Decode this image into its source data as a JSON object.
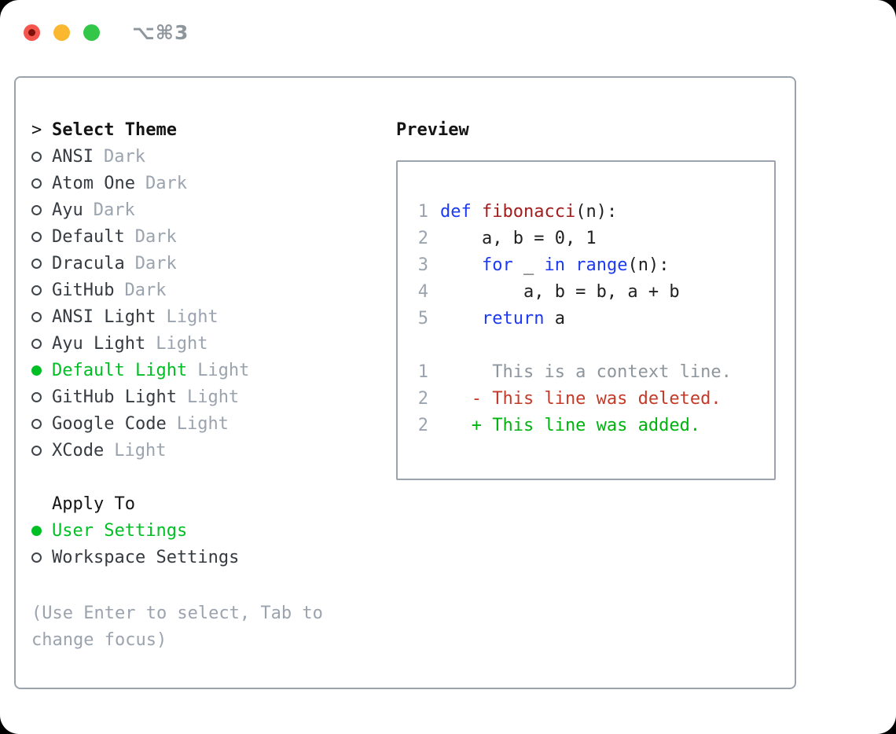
{
  "titlebar": {
    "shortcut": "⌥⌘3"
  },
  "theme_menu": {
    "prompt": ">",
    "title": "Select Theme",
    "items": [
      {
        "name": "ANSI",
        "variant": "Dark",
        "selected": false
      },
      {
        "name": "Atom One",
        "variant": "Dark",
        "selected": false
      },
      {
        "name": "Ayu",
        "variant": "Dark",
        "selected": false
      },
      {
        "name": "Default",
        "variant": "Dark",
        "selected": false
      },
      {
        "name": "Dracula",
        "variant": "Dark",
        "selected": false
      },
      {
        "name": "GitHub",
        "variant": "Dark",
        "selected": false
      },
      {
        "name": "ANSI Light",
        "variant": "Light",
        "selected": false
      },
      {
        "name": "Ayu Light",
        "variant": "Light",
        "selected": false
      },
      {
        "name": "Default Light",
        "variant": "Light",
        "selected": true
      },
      {
        "name": "GitHub Light",
        "variant": "Light",
        "selected": false
      },
      {
        "name": "Google Code",
        "variant": "Light",
        "selected": false
      },
      {
        "name": "XCode",
        "variant": "Light",
        "selected": false
      }
    ]
  },
  "apply_to": {
    "title": "Apply To",
    "options": [
      {
        "label": "User Settings",
        "selected": true
      },
      {
        "label": "Workspace Settings",
        "selected": false
      }
    ]
  },
  "help_text": "(Use Enter to select, Tab to change focus)",
  "preview": {
    "title": "Preview",
    "lines": [
      {
        "num": "1",
        "segments": [
          {
            "text": "def",
            "style": "kw"
          },
          {
            "text": " ",
            "style": "code"
          },
          {
            "text": "fibonacci",
            "style": "fn"
          },
          {
            "text": "(n):",
            "style": "code"
          }
        ]
      },
      {
        "num": "2",
        "segments": [
          {
            "text": "    a, b = 0, 1",
            "style": "code"
          }
        ]
      },
      {
        "num": "3",
        "segments": [
          {
            "text": "    ",
            "style": "code"
          },
          {
            "text": "for",
            "style": "kw"
          },
          {
            "text": " _ ",
            "style": "code"
          },
          {
            "text": "in",
            "style": "kw"
          },
          {
            "text": " ",
            "style": "code"
          },
          {
            "text": "range",
            "style": "kw"
          },
          {
            "text": "(n):",
            "style": "code"
          }
        ]
      },
      {
        "num": "4",
        "segments": [
          {
            "text": "        a, b = b, a + b",
            "style": "code"
          }
        ]
      },
      {
        "num": "5",
        "segments": [
          {
            "text": "    ",
            "style": "code"
          },
          {
            "text": "return",
            "style": "kw"
          },
          {
            "text": " a",
            "style": "code"
          }
        ]
      },
      {
        "num": "",
        "segments": []
      },
      {
        "num": "1",
        "segments": [
          {
            "text": "     This is a context line.",
            "style": "ctx"
          }
        ]
      },
      {
        "num": "2",
        "segments": [
          {
            "text": "   - This line was deleted.",
            "style": "del"
          }
        ]
      },
      {
        "num": "2",
        "segments": [
          {
            "text": "   + This line was added.",
            "style": "add"
          }
        ]
      }
    ]
  },
  "colors": {
    "accent_green": "#00bf24",
    "keyword_blue": "#1c39f3",
    "function_red": "#a31d1d",
    "deleted_red": "#c43a28",
    "added_green": "#00b30f",
    "context_gray": "#8d959d",
    "lineno_gray": "#9aa3ae",
    "muted_gray": "#9aa3ae",
    "text_dark": "#363b41",
    "heading_black": "#141414",
    "code_black": "#1f1f1f",
    "panel_border": "#9aa3ae",
    "traffic_red": "#f4554d",
    "traffic_red_dot": "#7c110a",
    "traffic_yellow": "#f9b82f",
    "traffic_green": "#32c748",
    "shortcut_gray": "#8e969d"
  }
}
